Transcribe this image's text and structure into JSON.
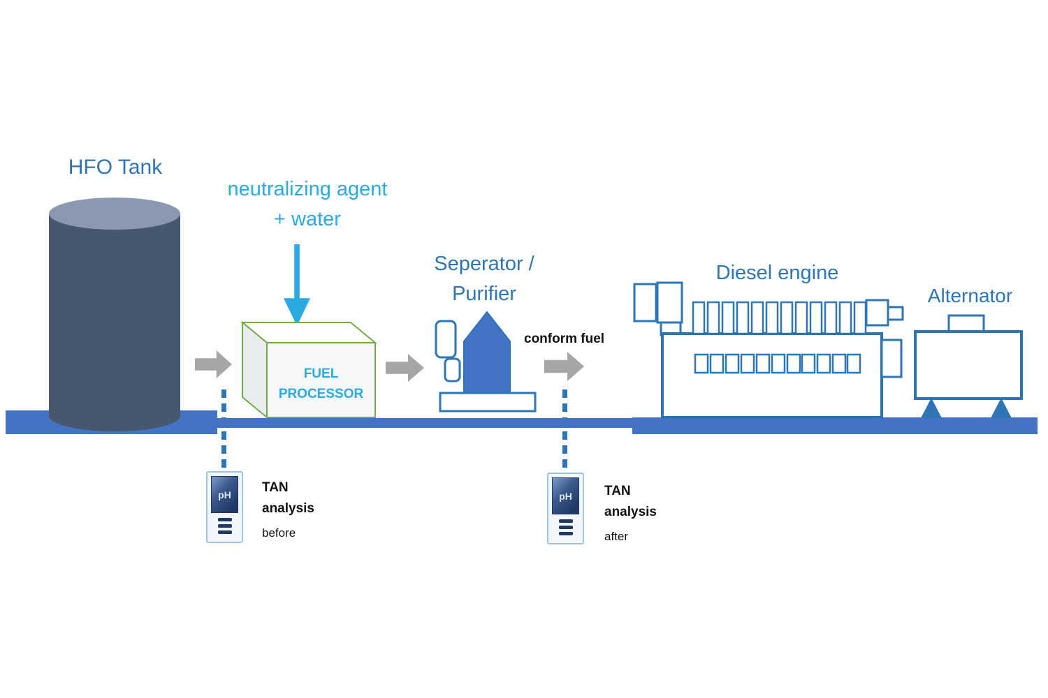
{
  "labels": {
    "hfo_tank": "HFO Tank",
    "neutralizing_agent": {
      "line1": "neutralizing agent",
      "line2": "+ water"
    },
    "fuel_processor": {
      "line1": "FUEL",
      "line2": "PROCESSOR"
    },
    "separator": {
      "line1": "Seperator /",
      "line2": "Purifier"
    },
    "conform_fuel": "conform fuel",
    "diesel_engine": "Diesel engine",
    "alternator": "Alternator"
  },
  "ph_meters": {
    "before": {
      "screen": "pH",
      "caption_line1": "TAN",
      "caption_line2": "analysis",
      "caption_line3": "before"
    },
    "after": {
      "screen": "pH",
      "caption_line1": "TAN",
      "caption_line2": "analysis",
      "caption_line3": "after"
    }
  },
  "colors": {
    "label_blue": "#2E75B6",
    "cyan": "#29ABE2",
    "tank_body": "#47586E",
    "tank_top": "#8A99AF",
    "pipe_blue": "#4472C4",
    "processor_outline_green": "#70AD47",
    "arrow_gray": "#A6A6A6",
    "separator_fill_blue": "#4472C4",
    "outline_blue": "#2E75B6",
    "ph_screen_dark": "#1F3864",
    "ph_border_light": "#9DC3E6"
  }
}
